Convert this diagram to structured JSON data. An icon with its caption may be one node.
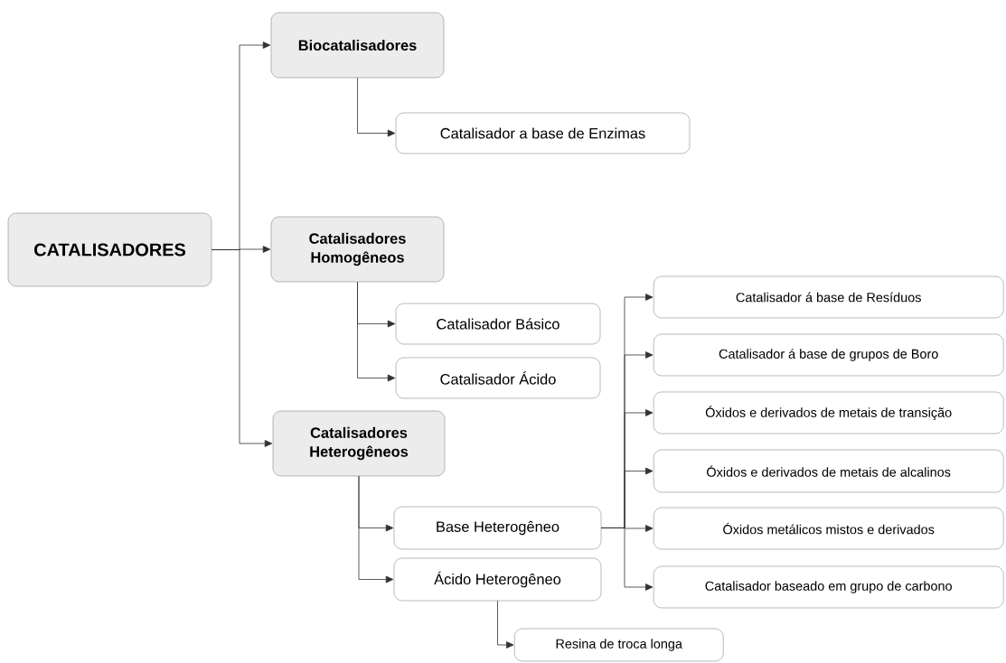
{
  "diagram": {
    "nodes": [
      {
        "text": [
          "CATALISADORES"
        ]
      },
      {
        "text": [
          "Biocatalisadores"
        ]
      },
      {
        "text": [
          "Catalisador a base de Enzimas"
        ]
      },
      {
        "text": [
          "Catalisadores Homogêneos"
        ]
      },
      {
        "text": [
          "Catalisador Básico"
        ]
      },
      {
        "text": [
          "Catalisador Ácido"
        ]
      },
      {
        "text": [
          "Catalisadores Heterogêneos"
        ]
      },
      {
        "text": [
          "Base Heterogêneo"
        ]
      },
      {
        "text": [
          "Ácido Heterogêneo"
        ]
      },
      {
        "text": [
          "Resina de troca longa"
        ]
      },
      {
        "text": [
          "Catalisador á base de Resíduos"
        ]
      },
      {
        "text": [
          "Catalisador á base de grupos de Boro"
        ]
      },
      {
        "text": [
          "Óxidos e derivados de metais de transição"
        ]
      },
      {
        "text": [
          "Óxidos e derivados de metais de alcalinos"
        ]
      },
      {
        "text": [
          "Óxidos metálicos mistos e derivados"
        ]
      },
      {
        "text": [
          "Catalisador baseado em grupo de carbono"
        ]
      }
    ],
    "edges": [
      {
        "from": 0,
        "to": 1,
        "arrow": "to"
      },
      {
        "from": 0,
        "to": 3,
        "arrow": "to"
      },
      {
        "from": 0,
        "to": 6,
        "arrow": "to"
      },
      {
        "from": 1,
        "to": 2,
        "arrow": "to"
      },
      {
        "from": 3,
        "to": 4,
        "arrow": "to"
      },
      {
        "from": 3,
        "to": 5,
        "arrow": "to"
      },
      {
        "from": 6,
        "to": 7,
        "arrow": "to"
      },
      {
        "from": 6,
        "to": 8,
        "arrow": "to"
      },
      {
        "from": 7,
        "to": 10,
        "arrow": "to"
      },
      {
        "from": 7,
        "to": 11,
        "arrow": "to"
      },
      {
        "from": 7,
        "to": 12,
        "arrow": "to"
      },
      {
        "from": 7,
        "to": 13,
        "arrow": "to"
      },
      {
        "from": 7,
        "to": 14,
        "arrow": "to"
      },
      {
        "from": 7,
        "to": 15,
        "arrow": "to"
      },
      {
        "from": 8,
        "to": 9,
        "arrow": "to"
      }
    ]
  }
}
